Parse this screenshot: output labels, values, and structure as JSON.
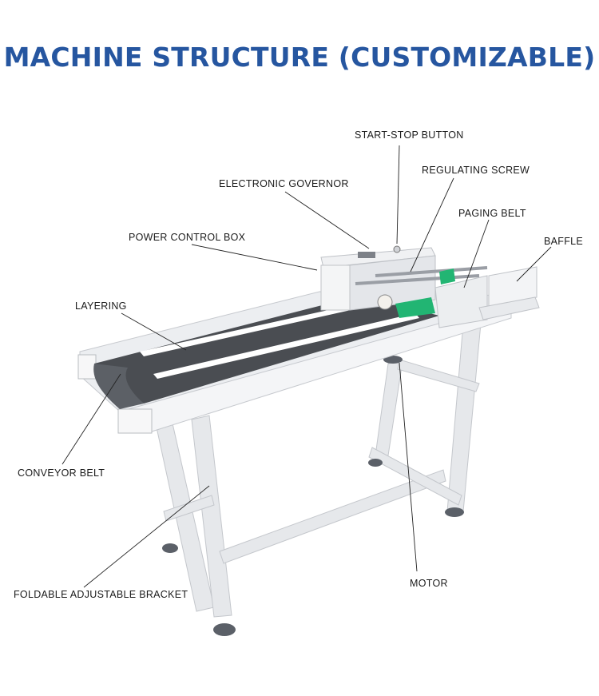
{
  "title": "MACHINE STRUCTURE (CUSTOMIZABLE)",
  "colors": {
    "title": "#2656a0",
    "label_text": "#1a1a1a",
    "leader_line": "#222222",
    "frame": "#e9ebee",
    "belt": "#4a4d52",
    "accent_green": "#22b573",
    "accent_red": "#e0313b"
  },
  "labels": {
    "start_stop_button": "START-STOP BUTTON",
    "regulating_screw": "REGULATING SCREW",
    "electronic_governor": "ELECTRONIC GOVERNOR",
    "paging_belt": "PAGING BELT",
    "power_control_box": "POWER CONTROL BOX",
    "baffle": "BAFFLE",
    "layering": "LAYERING",
    "conveyor_belt": "CONVEYOR BELT",
    "foldable_adjustable_bracket": "FOLDABLE ADJUSTABLE BRACKET",
    "motor": "MOTOR"
  }
}
